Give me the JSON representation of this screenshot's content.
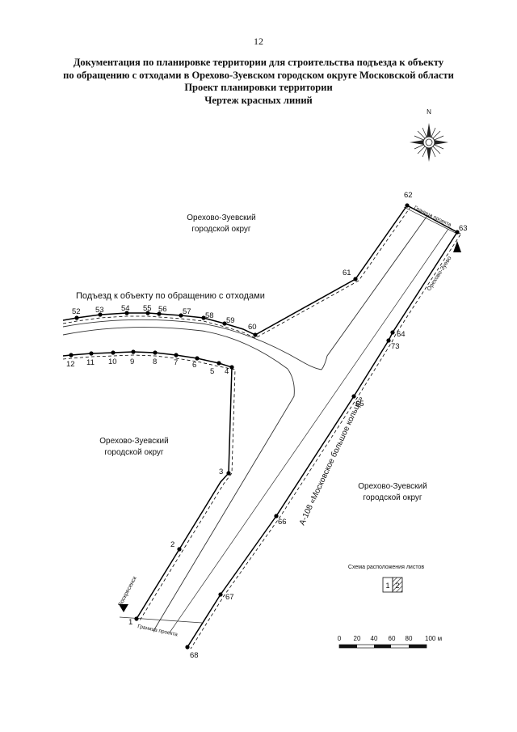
{
  "page": {
    "number": "12"
  },
  "title": {
    "line1": "Документация по планировке территории для строительства подъезда к объекту",
    "line2": "по обращению с отходами в Орехово-Зуевском городском округе Московской области",
    "line3": "Проект планировки территории",
    "line4": "Чертеж красных линий"
  },
  "compass": {
    "north": "N"
  },
  "areas": {
    "top": [
      "Орехово-Зуевский",
      "городской округ"
    ],
    "left": [
      "Орехово-Зуевский",
      "городской округ"
    ],
    "right": [
      "Орехово-Зуевский",
      "городской округ"
    ]
  },
  "roads": {
    "access_road": "Подъезд к объекту по обращению с отходами",
    "highway": "А-108 «Московское большое кольцо»",
    "to_orekhovo": "Орехово-Зуево",
    "to_voskresensk": "Воскресенск"
  },
  "boundary_labels": {
    "top": "Граница проекта",
    "bottom": "Граница проекта"
  },
  "points": {
    "p1": "1",
    "p2": "2",
    "p3": "3",
    "p4": "4",
    "p5": "5",
    "p6": "6",
    "p7": "7",
    "p8": "8",
    "p9": "9",
    "p10": "10",
    "p11": "11",
    "p12": "12",
    "p52": "52",
    "p53": "53",
    "p54": "54",
    "p55": "55",
    "p56": "56",
    "p57": "57",
    "p58": "58",
    "p59": "59",
    "p60": "60",
    "p61": "61",
    "p62": "62",
    "p63": "63",
    "p64": "64",
    "p65": "65",
    "p66": "66",
    "p67": "67",
    "p68": "68",
    "p73": "73"
  },
  "sheet_scheme": {
    "title": "Схема расположения листов",
    "sheet1": "1",
    "sheet2": "2"
  },
  "scale_bar": {
    "ticks": [
      "0",
      "20",
      "40",
      "60",
      "80",
      "100 м"
    ]
  }
}
